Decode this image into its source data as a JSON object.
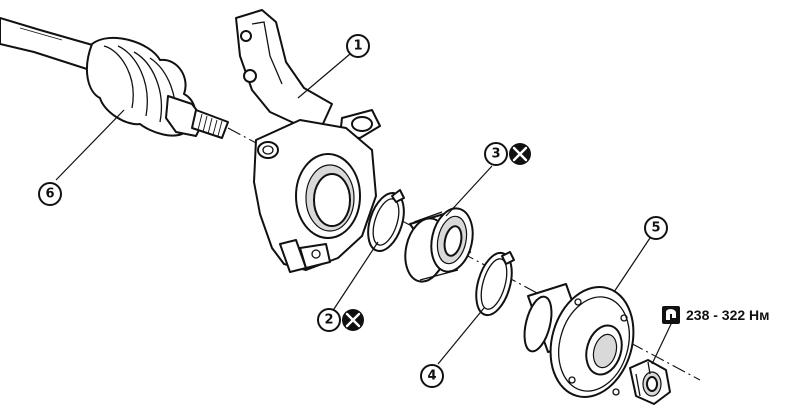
{
  "callouts": [
    {
      "id": "1",
      "label": "①"
    },
    {
      "id": "2",
      "label": "②"
    },
    {
      "id": "3",
      "label": "③"
    },
    {
      "id": "4",
      "label": "④"
    },
    {
      "id": "5",
      "label": "⑤"
    },
    {
      "id": "6",
      "label": "⑥"
    }
  ],
  "torque": {
    "value": "238 - 322 Нм"
  },
  "icons": {
    "do_not_reuse": "circled-x-icon",
    "torque_wrench": "torque-wrench-icon"
  }
}
